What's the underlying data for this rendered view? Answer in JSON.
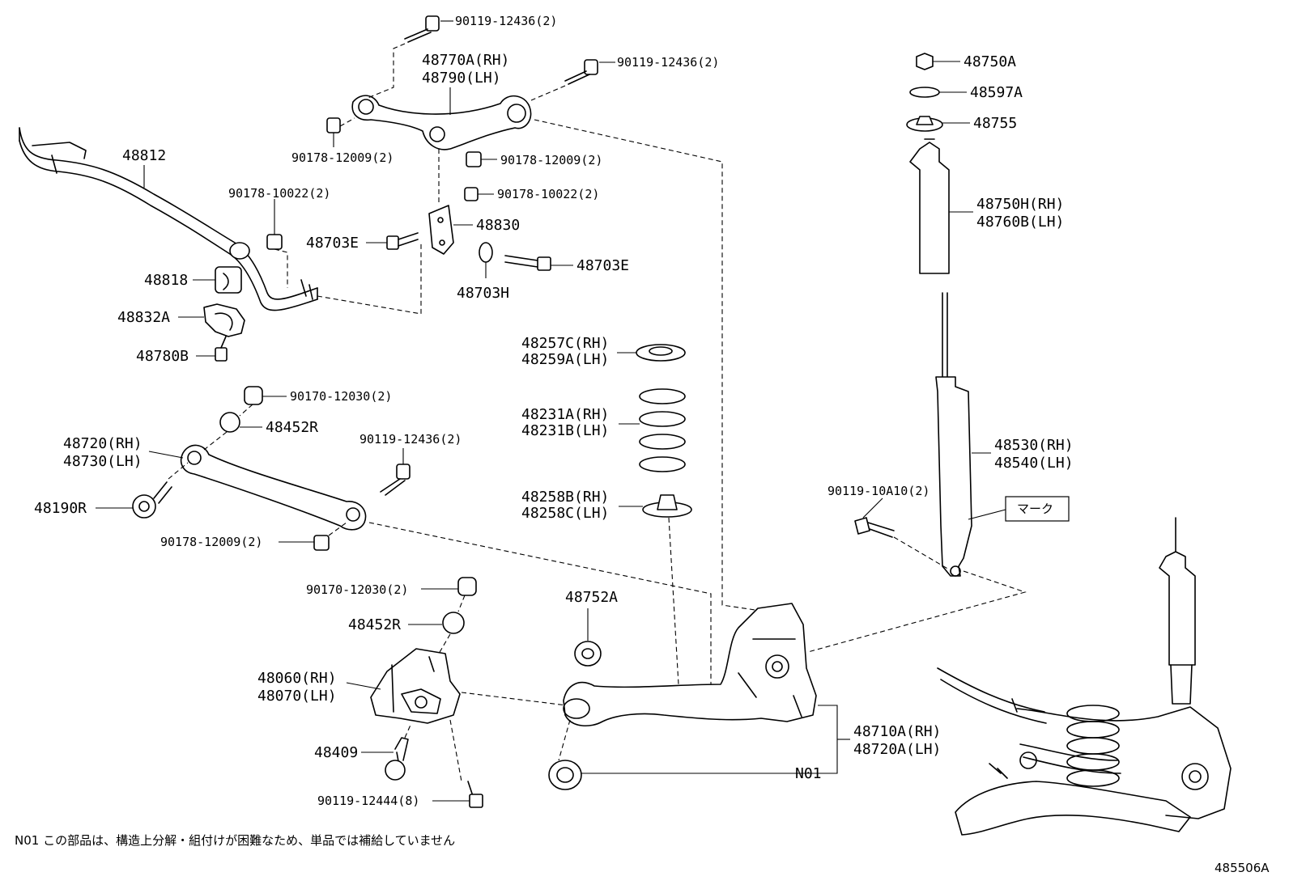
{
  "labels": {
    "p48812": "48812",
    "p48818": "48818",
    "p48832a": "48832A",
    "p48780b": "48780B",
    "p90178_10022_a": "90178-10022(2)",
    "p90119_12436_top": "90119-12436(2)",
    "p48770a_rh": "48770A(RH)",
    "p48790_lh": "48790(LH)",
    "p90119_12436_right": "90119-12436(2)",
    "p90178_12009_left": "90178-12009(2)",
    "p90178_12009_right": "90178-12009(2)",
    "p90178_10022_b": "90178-10022(2)",
    "p48830": "48830",
    "p48703e_left": "48703E",
    "p48703e_right": "48703E",
    "p48703h": "48703H",
    "p48257c_rh": "48257C(RH)",
    "p48259a_lh": "48259A(LH)",
    "p48231a_rh": "48231A(RH)",
    "p48231b_lh": "48231B(LH)",
    "p48258b_rh": "48258B(RH)",
    "p48258c_lh": "48258C(LH)",
    "p90170_12030_top": "90170-12030(2)",
    "p48452r_top": "48452R",
    "p48720_rh": "48720(RH)",
    "p48730_lh": "48730(LH)",
    "p90119_12436_mid": "90119-12436(2)",
    "p48190r": "48190R",
    "p90178_12009_bottom": "90178-12009(2)",
    "p90170_12030_bottom": "90170-12030(2)",
    "p48452r_bottom": "48452R",
    "p48060_rh": "48060(RH)",
    "p48070_lh": "48070(LH)",
    "p48409": "48409",
    "p90119_12444": "90119-12444(8)",
    "p48752a": "48752A",
    "p48710a_rh": "48710A(RH)",
    "p48720a_lh": "48720A(LH)",
    "pN01": "N01",
    "p48750a": "48750A",
    "p48597a": "48597A",
    "p48755": "48755",
    "p48750h_rh": "48750H(RH)",
    "p48760b_lh": "48760B(LH)",
    "p48530_rh": "48530(RH)",
    "p48540_lh": "48540(LH)",
    "p90119_10a10": "90119-10A10(2)",
    "mark": "マーク"
  },
  "footnote": "N01 この部品は、構造上分解・組付けが困難なため、単品では補給していません",
  "diagram_id": "485506A"
}
